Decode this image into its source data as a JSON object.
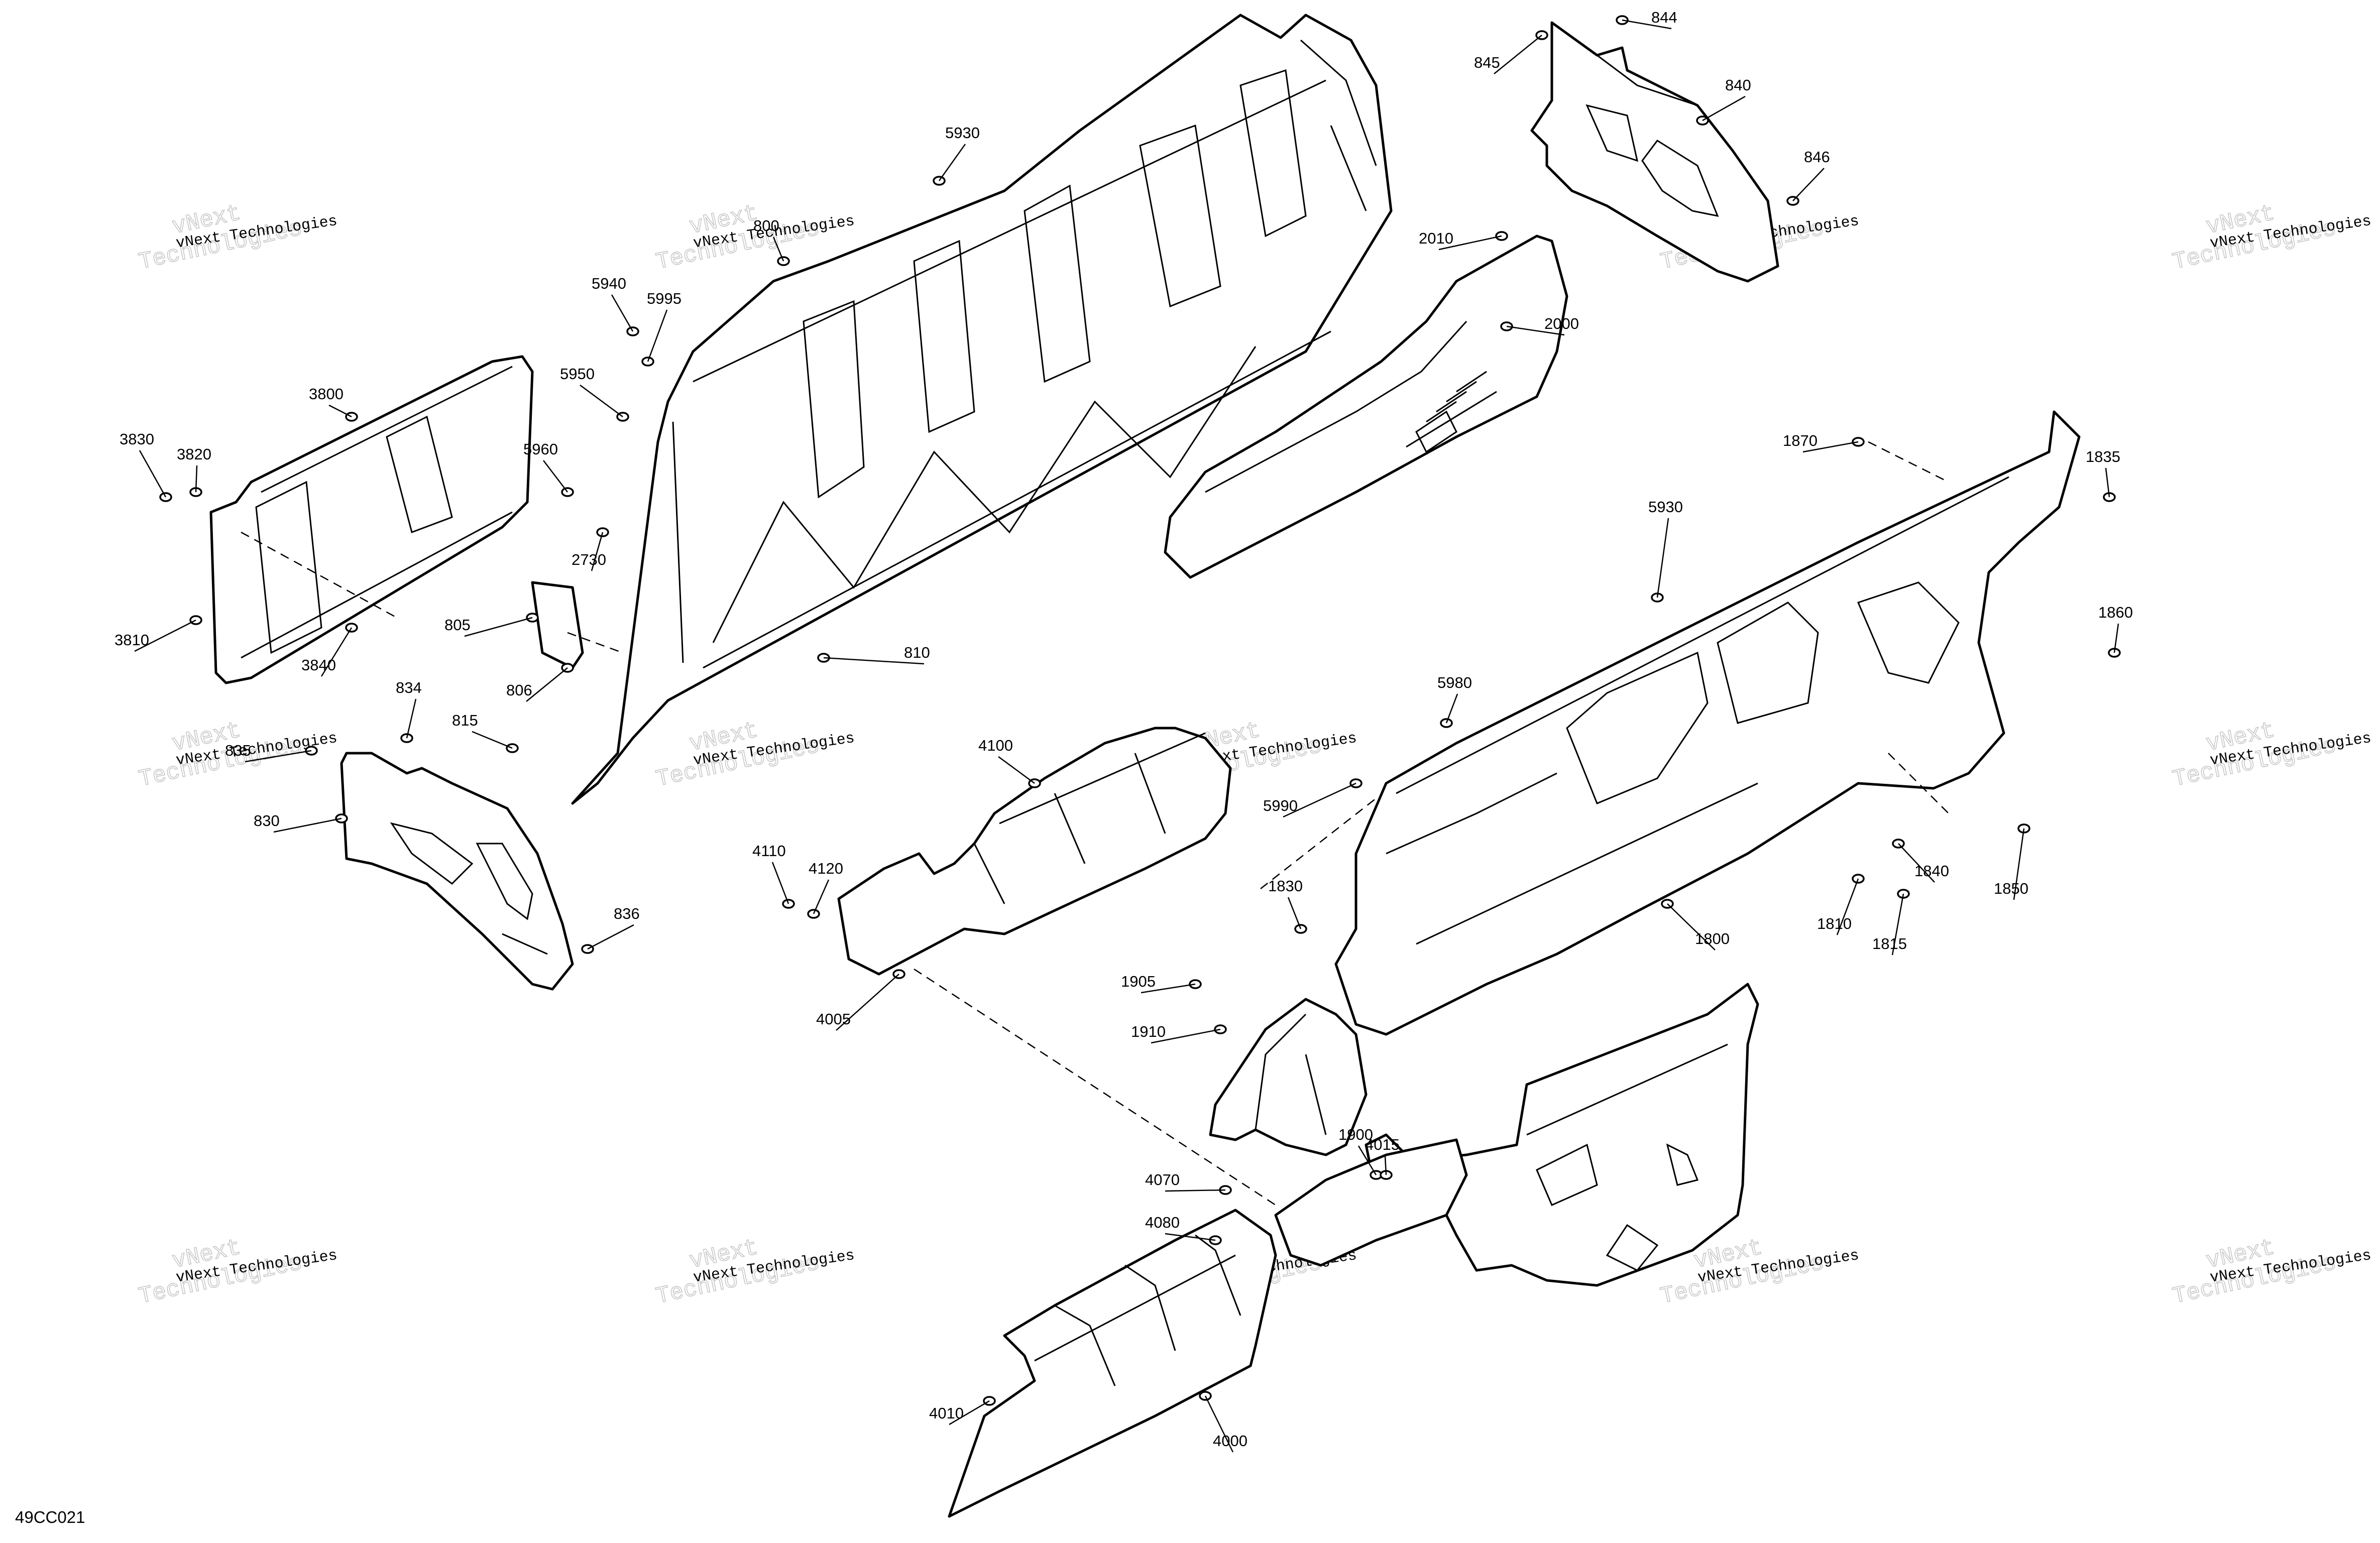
{
  "diagram_code": "49CC021",
  "watermark": {
    "line1": "vNext",
    "line2": "Technologies",
    "small_text": "vNext Technologies"
  },
  "callouts": [
    "800",
    "805",
    "806",
    "810",
    "815",
    "830",
    "834",
    "835",
    "836",
    "840",
    "844",
    "845",
    "846",
    "1800",
    "1810",
    "1815",
    "1830",
    "1835",
    "1840",
    "1850",
    "1860",
    "1870",
    "1900",
    "1905",
    "1910",
    "2000",
    "2010",
    "2730",
    "3800",
    "3810",
    "3820",
    "3830",
    "3840",
    "4000",
    "4005",
    "4010",
    "4015",
    "4070",
    "4080",
    "4100",
    "4110",
    "4120",
    "5930",
    "5930",
    "5940",
    "5950",
    "5960",
    "5980",
    "5990",
    "5995"
  ]
}
